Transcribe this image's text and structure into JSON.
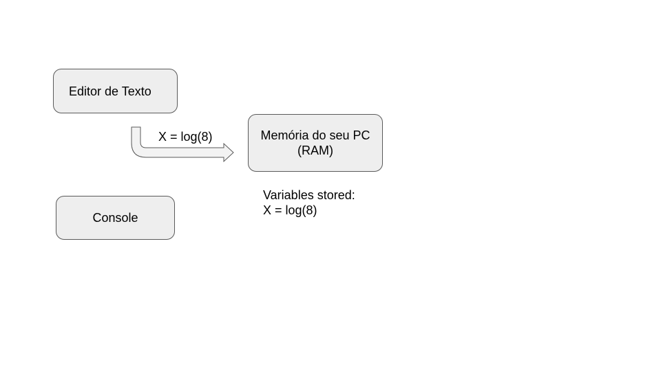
{
  "editor_box": {
    "label": "Editor de Texto"
  },
  "memory_box": {
    "line1": "Memória do seu PC",
    "line2": "(RAM)"
  },
  "console_box": {
    "label": "Console"
  },
  "arrow": {
    "label": "X = log(8)"
  },
  "variables": {
    "heading": "Variables stored:",
    "line1": "X = log(8)"
  },
  "colors": {
    "box_fill": "#eeeeee",
    "box_stroke": "#595959",
    "arrow_fill": "#f3f3f3"
  }
}
